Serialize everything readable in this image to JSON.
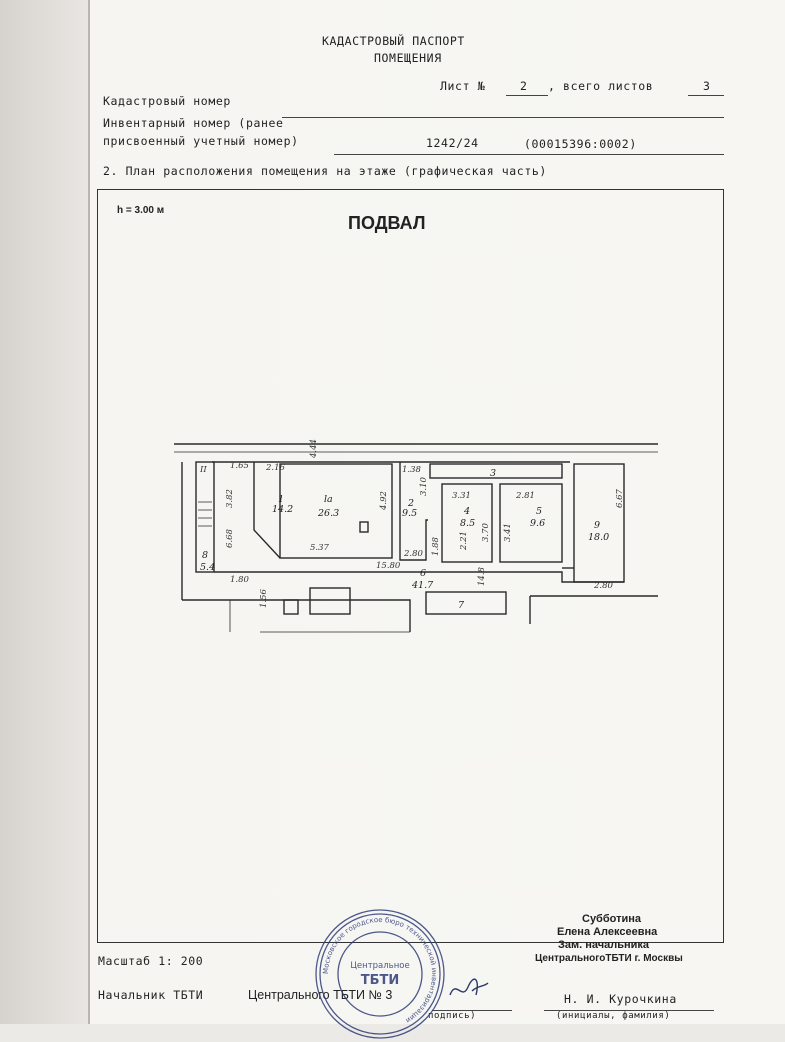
{
  "header": {
    "title_line1": "КАДАСТРОВЫЙ ПАСПОРТ",
    "title_line2": "ПОМЕЩЕНИЯ",
    "sheet_label": "Лист №",
    "sheet_number": "2",
    "sheets_total_label": ", всего листов",
    "sheets_total": "3",
    "cadastral_label": "Кадастровый номер",
    "inventory_label_1": "Инвентарный номер (ранее",
    "inventory_label_2": "присвоенный учетный номер)",
    "inventory_value": "1242/24",
    "inventory_code": "(00015396:0002)",
    "section_title": "2. План расположения помещения на этаже (графическая часть)"
  },
  "plan": {
    "height_label": "h = 3.00 м",
    "floor_title": "ПОДВАЛ",
    "rooms": [
      {
        "num": "1",
        "area": "14.2"
      },
      {
        "num": "2",
        "area": "9.5"
      },
      {
        "num": "3",
        "area": ""
      },
      {
        "num": "4",
        "area": "8.5"
      },
      {
        "num": "5",
        "area": "9.6"
      },
      {
        "num": "6",
        "area": "41.7"
      },
      {
        "num": "7",
        "area": ""
      },
      {
        "num": "8",
        "area": "5.4"
      },
      {
        "num": "9",
        "area": "18.0"
      },
      {
        "num": "la",
        "area": "26.3"
      }
    ],
    "dims": [
      "1.65",
      "2.16",
      "3.82",
      "6.68",
      "4.92",
      "5.37",
      "1.38",
      "3.10",
      "3.31",
      "2.81",
      "6.67",
      "3.70",
      "3.41",
      "2.80",
      "2.21",
      "1.88",
      "15.80",
      "14.8",
      "2.80",
      "1.80",
      "1.56",
      "4.44"
    ],
    "stair_mark": "II"
  },
  "footer": {
    "scale": "Масштаб 1: 200",
    "chief_label": "Начальник ТБТИ",
    "bti_name": "Центрального ТБТИ № 3",
    "signer1_l1": "Субботина",
    "signer1_l2": "Елена Алексеевна",
    "signer1_l3": "Зам. начальника",
    "signer1_l4": "ЦентральногоТБТИ г. Москвы",
    "signer2": "Н. И. Курочкина",
    "sign_caption": "подпись)",
    "initials_caption": "(инициалы, фамилия)",
    "stamp_center_1": "Центральное",
    "stamp_center_2": "ТБТИ",
    "stamp_ring": "Московское городское бюро технической инвентаризации"
  }
}
